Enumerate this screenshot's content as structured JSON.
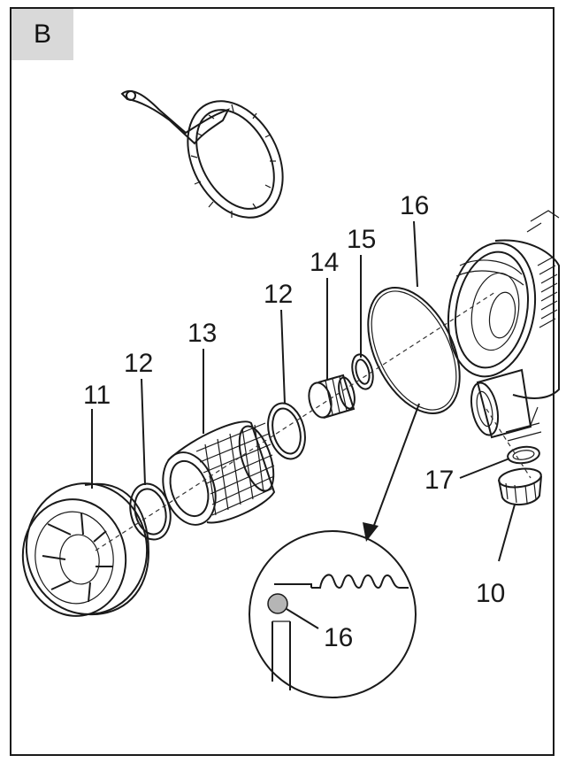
{
  "panel": {
    "letter": "B"
  },
  "callouts": [
    {
      "id": "11",
      "text": "11"
    },
    {
      "id": "12a",
      "text": "12"
    },
    {
      "id": "13",
      "text": "13"
    },
    {
      "id": "12b",
      "text": "12"
    },
    {
      "id": "14",
      "text": "14"
    },
    {
      "id": "15",
      "text": "15"
    },
    {
      "id": "16",
      "text": "16"
    },
    {
      "id": "17",
      "text": "17"
    },
    {
      "id": "10",
      "text": "10"
    },
    {
      "id": "16-detail",
      "text": "16"
    }
  ],
  "colors": {
    "line": "#1a1a1a",
    "tag_bg": "#d9d9d9",
    "seal": "#b5b5b5"
  }
}
